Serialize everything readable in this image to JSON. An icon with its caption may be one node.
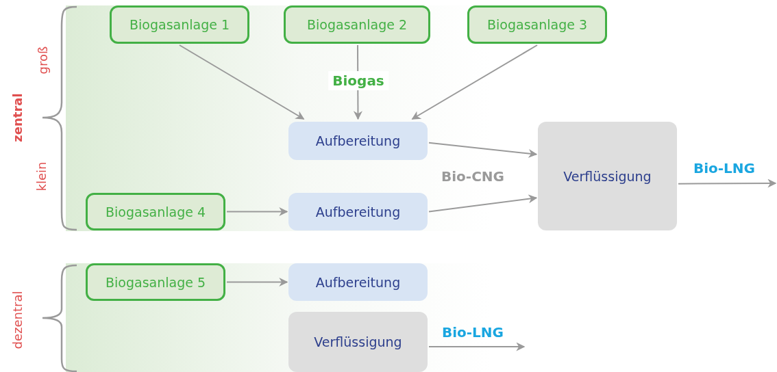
{
  "diagram": {
    "nodes": [
      {
        "text": [
          "Biogasanlage 1"
        ]
      },
      {
        "text": [
          "Biogasanlage 2"
        ]
      },
      {
        "text": [
          "Biogasanlage 3"
        ]
      },
      {
        "text": [
          "Aufbereitung"
        ]
      },
      {
        "text": [
          "Biogasanlage 4"
        ]
      },
      {
        "text": [
          "Aufbereitung"
        ]
      },
      {
        "text": [
          "Verflüssigung"
        ]
      },
      {
        "text": [
          "Biogasanlage 5"
        ]
      },
      {
        "text": [
          "Aufbereitung"
        ]
      },
      {
        "text": [
          "Verflüssigung"
        ]
      }
    ],
    "edges": [
      {
        "from": 0,
        "to": 3,
        "arrow": "to"
      },
      {
        "from": 1,
        "to": 3,
        "arrow": "to",
        "label": "Biogas"
      },
      {
        "from": 2,
        "to": 3,
        "arrow": "to"
      },
      {
        "from": 4,
        "to": 5,
        "arrow": "to"
      },
      {
        "from": 3,
        "to": 6,
        "arrow": "to"
      },
      {
        "from": 5,
        "to": 6,
        "arrow": "to"
      },
      {
        "from": 6,
        "to": null,
        "arrow": "to",
        "label": "Bio-LNG"
      },
      {
        "from": 7,
        "to": 8,
        "arrow": "to"
      },
      {
        "from": 9,
        "to": null,
        "arrow": "to",
        "label": "Bio-LNG"
      }
    ],
    "labels": [
      "groß",
      "zentral",
      "klein",
      "Bio-CNG",
      "dezentral"
    ]
  }
}
